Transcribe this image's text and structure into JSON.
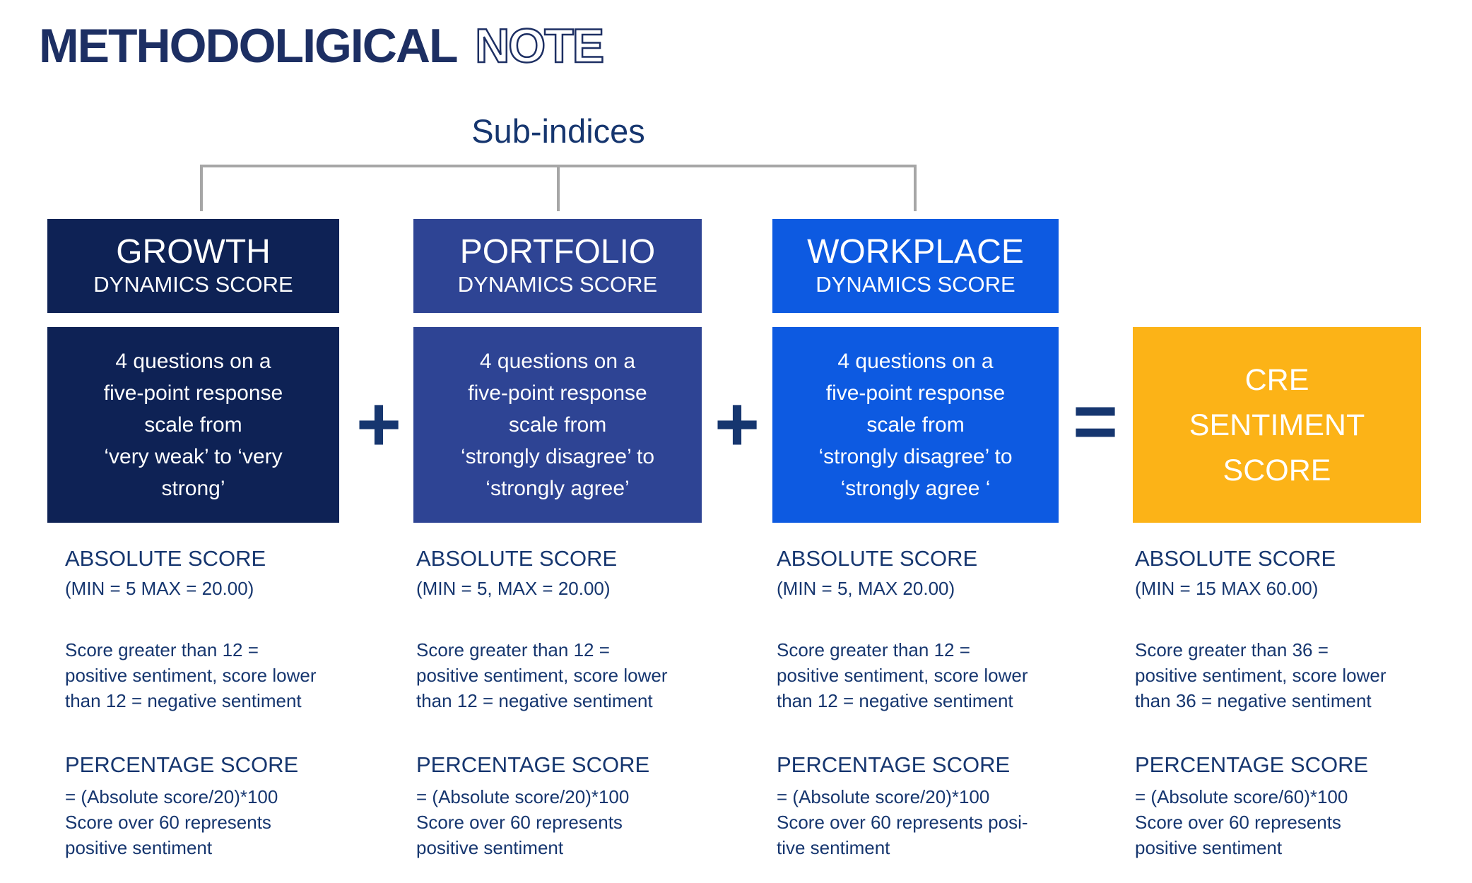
{
  "title": {
    "main": "METHODOLIGICAL",
    "accent": "NOTE"
  },
  "sub_indices": {
    "label": "Sub-indices"
  },
  "operators": {
    "plus_1": "+",
    "plus_2": "+",
    "equals": "="
  },
  "colors": {
    "growth_box": "#0E2255",
    "portfolio_box": "#2E4494",
    "workplace_box": "#0D5AE1",
    "result_box": "#FCB317",
    "navy_text": "#16366F",
    "bracket_gray": "#A6A6A6"
  },
  "columns": [
    {
      "id": "growth",
      "header": {
        "line1": "GROWTH",
        "line2": "DYNAMICS SCORE"
      },
      "description": "4 questions on a\nfive-point response\nscale from\n‘very weak’ to ‘very\nstrong’",
      "absolute": {
        "heading": "ABSOLUTE SCORE",
        "range": "(MIN = 5 MAX = 20.00)",
        "note": "Score greater than 12 =\npositive sentiment, score lower\nthan 12 = negative sentiment"
      },
      "percentage": {
        "heading": "PERCENTAGE SCORE",
        "formula": "= (Absolute score/20)*100",
        "note": "Score over 60 represents\npositive sentiment"
      }
    },
    {
      "id": "portfolio",
      "header": {
        "line1": "PORTFOLIO",
        "line2": "DYNAMICS SCORE"
      },
      "description": "4 questions on a\nfive-point response\nscale from\n‘strongly disagree’ to\n‘strongly agree’",
      "absolute": {
        "heading": "ABSOLUTE SCORE",
        "range": "(MIN = 5, MAX = 20.00)",
        "note": "Score greater than 12 =\npositive sentiment, score lower\nthan 12 = negative sentiment"
      },
      "percentage": {
        "heading": "PERCENTAGE SCORE",
        "formula": "= (Absolute score/20)*100",
        "note": "Score over 60 represents\npositive sentiment"
      }
    },
    {
      "id": "workplace",
      "header": {
        "line1": "WORKPLACE",
        "line2": "DYNAMICS SCORE"
      },
      "description": "4 questions on a\nfive-point response\nscale from\n‘strongly disagree’ to\n‘strongly agree ‘",
      "absolute": {
        "heading": "ABSOLUTE SCORE",
        "range": "(MIN = 5, MAX 20.00)",
        "note": "Score greater than 12 =\npositive sentiment, score lower\nthan 12 = negative sentiment"
      },
      "percentage": {
        "heading": "PERCENTAGE SCORE",
        "formula": "= (Absolute score/20)*100",
        "note": "Score over 60 represents posi-\ntive sentiment"
      }
    }
  ],
  "result": {
    "title": "CRE\nSENTIMENT\nSCORE",
    "absolute": {
      "heading": "ABSOLUTE SCORE",
      "range": "(MIN = 15 MAX 60.00)",
      "note": "Score greater than 36 =\npositive sentiment, score lower\nthan 36 = negative sentiment"
    },
    "percentage": {
      "heading": "PERCENTAGE SCORE",
      "formula": "=  (Absolute score/60)*100",
      "note": "Score over 60 represents\npositive sentiment"
    }
  }
}
